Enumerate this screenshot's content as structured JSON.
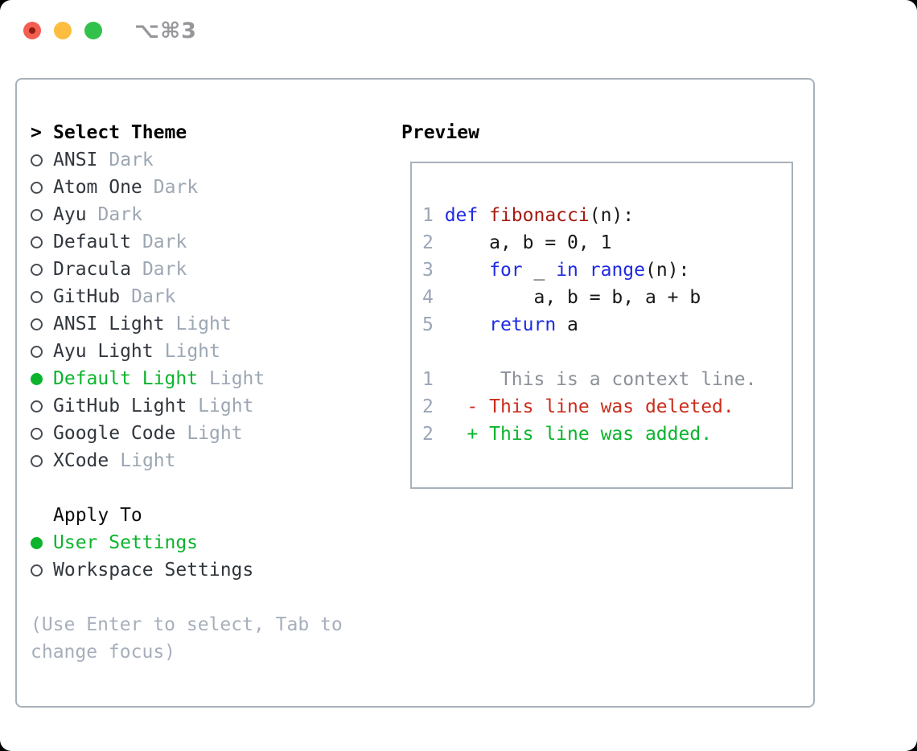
{
  "window": {
    "shortcut": "⌥⌘3",
    "traffic_lights": [
      "close",
      "minimize",
      "zoom"
    ]
  },
  "theme_panel": {
    "header_marker": ">",
    "header": "Select Theme",
    "items": [
      {
        "name": "ANSI",
        "tag": "Dark",
        "selected": false
      },
      {
        "name": "Atom One",
        "tag": "Dark",
        "selected": false
      },
      {
        "name": "Ayu",
        "tag": "Dark",
        "selected": false
      },
      {
        "name": "Default",
        "tag": "Dark",
        "selected": false
      },
      {
        "name": "Dracula",
        "tag": "Dark",
        "selected": false
      },
      {
        "name": "GitHub",
        "tag": "Dark",
        "selected": false
      },
      {
        "name": "ANSI Light",
        "tag": "Light",
        "selected": false
      },
      {
        "name": "Ayu Light",
        "tag": "Light",
        "selected": false
      },
      {
        "name": "Default Light",
        "tag": "Light",
        "selected": true
      },
      {
        "name": "GitHub Light",
        "tag": "Light",
        "selected": false
      },
      {
        "name": "Google Code",
        "tag": "Light",
        "selected": false
      },
      {
        "name": "XCode",
        "tag": "Light",
        "selected": false
      }
    ],
    "apply_to": {
      "header": "Apply To",
      "options": [
        {
          "label": "User Settings",
          "selected": true
        },
        {
          "label": "Workspace Settings",
          "selected": false
        }
      ]
    },
    "hint_lines": [
      "(Use Enter to select, Tab to",
      "change focus)"
    ]
  },
  "preview": {
    "title": "Preview",
    "code_lines": [
      {
        "segments": [
          {
            "text": "1 ",
            "style": "lineno"
          },
          {
            "text": "def ",
            "style": "keyword"
          },
          {
            "text": "fibonacci",
            "style": "function"
          },
          {
            "text": "(n):",
            "style": "plain"
          }
        ]
      },
      {
        "segments": [
          {
            "text": "2 ",
            "style": "lineno"
          },
          {
            "text": "    a, b = 0, 1",
            "style": "plain"
          }
        ]
      },
      {
        "segments": [
          {
            "text": "3 ",
            "style": "lineno"
          },
          {
            "text": "    ",
            "style": "plain"
          },
          {
            "text": "for",
            "style": "keyword"
          },
          {
            "text": " _ ",
            "style": "plain"
          },
          {
            "text": "in",
            "style": "keyword"
          },
          {
            "text": " ",
            "style": "plain"
          },
          {
            "text": "range",
            "style": "keyword"
          },
          {
            "text": "(n):",
            "style": "plain"
          }
        ]
      },
      {
        "segments": [
          {
            "text": "4 ",
            "style": "lineno"
          },
          {
            "text": "        a, b = b, a + b",
            "style": "plain"
          }
        ]
      },
      {
        "segments": [
          {
            "text": "5 ",
            "style": "lineno"
          },
          {
            "text": "    ",
            "style": "plain"
          },
          {
            "text": "return",
            "style": "keyword"
          },
          {
            "text": " a",
            "style": "plain"
          }
        ]
      }
    ],
    "diff_lines": [
      {
        "segments": [
          {
            "text": "1",
            "style": "lineno"
          },
          {
            "text": "      This is a context line.",
            "style": "context"
          }
        ]
      },
      {
        "segments": [
          {
            "text": "2",
            "style": "lineno"
          },
          {
            "text": "   - This line was deleted.",
            "style": "deleted"
          }
        ]
      },
      {
        "segments": [
          {
            "text": "2",
            "style": "lineno"
          },
          {
            "text": "   + This line was added.",
            "style": "added"
          }
        ]
      }
    ]
  },
  "colors": {
    "selection_green": "#0bb42c",
    "keyword_blue": "#1e2ae2",
    "function_red": "#a51b12",
    "diff_deleted_red": "#cb2d1d",
    "diff_added_green": "#0bb42c",
    "muted_gray": "#9da7b4",
    "context_gray": "#8b9099",
    "line_number_gray": "#9aa6b6",
    "border_gray": "#a8b1bb",
    "traffic_red": "#f35e51",
    "traffic_yellow": "#fcbd40",
    "traffic_green": "#32c24b"
  }
}
